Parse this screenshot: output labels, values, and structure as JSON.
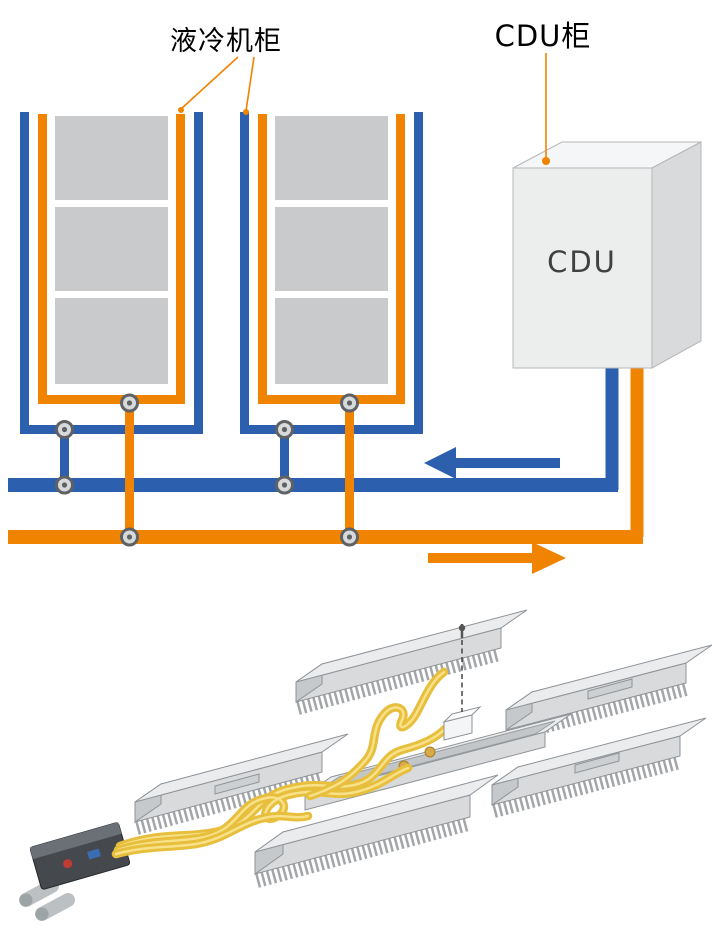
{
  "schematic": {
    "cabinet_label": "液冷机柜",
    "cdu_label": "CDU柜",
    "cdu_box_text": "CDU",
    "arrows": [
      {
        "color": "blue",
        "direction": "left"
      },
      {
        "color": "orange",
        "direction": "right"
      }
    ],
    "colors": {
      "pipe-blue": "#2c5fae",
      "pipe-orange": "#f08300",
      "server-gray": "#c9cacb",
      "cdu-front": "#eceded",
      "cdu-top": "#f5f6f7",
      "cdu-side": "#d8dadc",
      "valve-fill": "#d8d9da",
      "valve-ring": "#5f6264",
      "label-text": "#000000",
      "cdu-text": "#3e4042"
    }
  },
  "illustration": {
    "colors": {
      "board-top": "#ebeced",
      "board-front": "#d8dadb",
      "board-end": "#c6c9cb",
      "board-stroke": "#8f9397",
      "fin-gray": "#a2a6a9",
      "tray-floor": "#c3c6c8",
      "hose-yellow": "#e7bf3d",
      "hose-highlight": "#f8e189",
      "fitting-gold": "#d7a94a",
      "connector-dark": "#45494e",
      "connector-top": "#6a7076",
      "connector-metal": "#bcc0c3",
      "mark-red": "#c23b34",
      "mark-blue": "#3a6db4",
      "dash-line": "#3a3a3a"
    }
  }
}
